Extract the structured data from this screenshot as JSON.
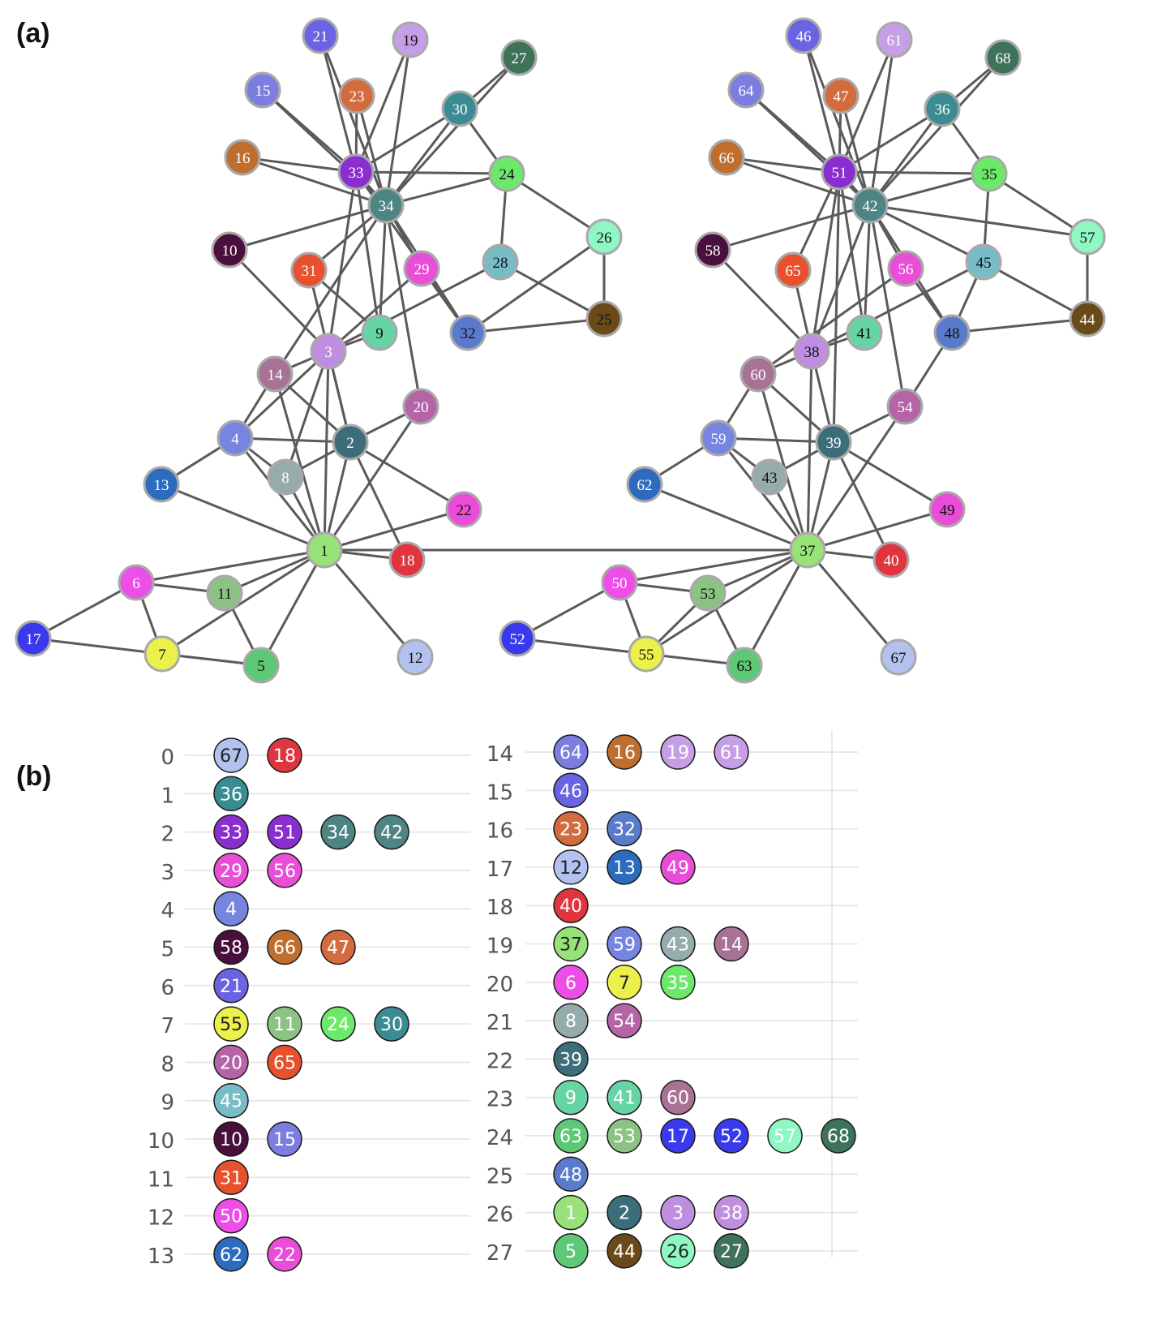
{
  "panel_labels": {
    "a": "(a)",
    "b": "(b)"
  },
  "nodes": [
    {
      "id": "1",
      "color": "#98e27a"
    },
    {
      "id": "2",
      "color": "#3d6d78"
    },
    {
      "id": "3",
      "color": "#c08ee0"
    },
    {
      "id": "4",
      "color": "#7585e0"
    },
    {
      "id": "5",
      "color": "#5dc875"
    },
    {
      "id": "6",
      "color": "#ee4ee8"
    },
    {
      "id": "7",
      "color": "#ecf04a"
    },
    {
      "id": "8",
      "color": "#95abac"
    },
    {
      "id": "9",
      "color": "#66d4a5"
    },
    {
      "id": "10",
      "color": "#4a0f3c"
    },
    {
      "id": "11",
      "color": "#8cc384"
    },
    {
      "id": "12",
      "color": "#b2c1ee"
    },
    {
      "id": "13",
      "color": "#2c6bbe"
    },
    {
      "id": "14",
      "color": "#a77294"
    },
    {
      "id": "15",
      "color": "#7b7ee0"
    },
    {
      "id": "16",
      "color": "#bf6e2e"
    },
    {
      "id": "17",
      "color": "#3a3aec"
    },
    {
      "id": "18",
      "color": "#e0353e"
    },
    {
      "id": "19",
      "color": "#c59ee6"
    },
    {
      "id": "20",
      "color": "#b564a8"
    },
    {
      "id": "21",
      "color": "#6a63e2"
    },
    {
      "id": "22",
      "color": "#e94cd6"
    },
    {
      "id": "23",
      "color": "#d36b3e"
    },
    {
      "id": "24",
      "color": "#6ce96b"
    },
    {
      "id": "25",
      "color": "#6b4a1a"
    },
    {
      "id": "26",
      "color": "#8ef7c2"
    },
    {
      "id": "27",
      "color": "#3e7259"
    },
    {
      "id": "28",
      "color": "#78bcc8"
    },
    {
      "id": "29",
      "color": "#e84fd6"
    },
    {
      "id": "30",
      "color": "#3a8c92"
    },
    {
      "id": "31",
      "color": "#e8502e"
    },
    {
      "id": "32",
      "color": "#5a7bcc"
    },
    {
      "id": "33",
      "color": "#8a2ed0"
    },
    {
      "id": "34",
      "color": "#4e8584"
    },
    {
      "id": "35",
      "color": "#6ce96b"
    },
    {
      "id": "36",
      "color": "#3a8c92"
    },
    {
      "id": "37",
      "color": "#98e27a"
    },
    {
      "id": "38",
      "color": "#c08ee0"
    },
    {
      "id": "39",
      "color": "#3d6d78"
    },
    {
      "id": "40",
      "color": "#e0353e"
    },
    {
      "id": "41",
      "color": "#66d4a5"
    },
    {
      "id": "42",
      "color": "#4e8584"
    },
    {
      "id": "43",
      "color": "#95abac"
    },
    {
      "id": "44",
      "color": "#6b4a1a"
    },
    {
      "id": "45",
      "color": "#78bcc8"
    },
    {
      "id": "46",
      "color": "#6a63e2"
    },
    {
      "id": "47",
      "color": "#d36b3e"
    },
    {
      "id": "48",
      "color": "#5a7bcc"
    },
    {
      "id": "49",
      "color": "#e94cd6"
    },
    {
      "id": "50",
      "color": "#ee4ee8"
    },
    {
      "id": "51",
      "color": "#8a2ed0"
    },
    {
      "id": "52",
      "color": "#3a3aec"
    },
    {
      "id": "53",
      "color": "#8cc384"
    },
    {
      "id": "54",
      "color": "#b564a8"
    },
    {
      "id": "55",
      "color": "#ecf04a"
    },
    {
      "id": "56",
      "color": "#e84fd6"
    },
    {
      "id": "57",
      "color": "#8ef7c2"
    },
    {
      "id": "58",
      "color": "#4a0f3c"
    },
    {
      "id": "59",
      "color": "#7585e0"
    },
    {
      "id": "60",
      "color": "#a77294"
    },
    {
      "id": "61",
      "color": "#c59ee6"
    },
    {
      "id": "62",
      "color": "#2c6bbe"
    },
    {
      "id": "63",
      "color": "#5dc875"
    },
    {
      "id": "64",
      "color": "#7b7ee0"
    },
    {
      "id": "65",
      "color": "#e8502e"
    },
    {
      "id": "66",
      "color": "#bf6e2e"
    },
    {
      "id": "67",
      "color": "#b2c1ee"
    },
    {
      "id": "68",
      "color": "#3e7259"
    }
  ],
  "edges": [
    [
      "1",
      "2"
    ],
    [
      "1",
      "3"
    ],
    [
      "1",
      "4"
    ],
    [
      "1",
      "5"
    ],
    [
      "1",
      "6"
    ],
    [
      "1",
      "7"
    ],
    [
      "1",
      "8"
    ],
    [
      "1",
      "11"
    ],
    [
      "1",
      "12"
    ],
    [
      "1",
      "13"
    ],
    [
      "1",
      "14"
    ],
    [
      "1",
      "18"
    ],
    [
      "1",
      "20"
    ],
    [
      "1",
      "22"
    ],
    [
      "1",
      "37"
    ],
    [
      "2",
      "3"
    ],
    [
      "2",
      "4"
    ],
    [
      "2",
      "8"
    ],
    [
      "2",
      "14"
    ],
    [
      "2",
      "18"
    ],
    [
      "2",
      "20"
    ],
    [
      "2",
      "22"
    ],
    [
      "2",
      "31"
    ],
    [
      "3",
      "4"
    ],
    [
      "3",
      "8"
    ],
    [
      "3",
      "9"
    ],
    [
      "3",
      "10"
    ],
    [
      "3",
      "14"
    ],
    [
      "3",
      "28"
    ],
    [
      "3",
      "29"
    ],
    [
      "3",
      "33"
    ],
    [
      "4",
      "8"
    ],
    [
      "4",
      "13"
    ],
    [
      "4",
      "14"
    ],
    [
      "5",
      "7"
    ],
    [
      "5",
      "11"
    ],
    [
      "6",
      "7"
    ],
    [
      "6",
      "11"
    ],
    [
      "6",
      "17"
    ],
    [
      "7",
      "17"
    ],
    [
      "9",
      "31"
    ],
    [
      "9",
      "33"
    ],
    [
      "9",
      "34"
    ],
    [
      "10",
      "34"
    ],
    [
      "14",
      "34"
    ],
    [
      "15",
      "33"
    ],
    [
      "15",
      "34"
    ],
    [
      "16",
      "33"
    ],
    [
      "16",
      "34"
    ],
    [
      "19",
      "33"
    ],
    [
      "19",
      "34"
    ],
    [
      "20",
      "34"
    ],
    [
      "21",
      "33"
    ],
    [
      "21",
      "34"
    ],
    [
      "23",
      "33"
    ],
    [
      "23",
      "34"
    ],
    [
      "24",
      "26"
    ],
    [
      "24",
      "28"
    ],
    [
      "24",
      "30"
    ],
    [
      "24",
      "33"
    ],
    [
      "24",
      "34"
    ],
    [
      "25",
      "26"
    ],
    [
      "25",
      "28"
    ],
    [
      "25",
      "32"
    ],
    [
      "26",
      "32"
    ],
    [
      "27",
      "30"
    ],
    [
      "27",
      "34"
    ],
    [
      "29",
      "32"
    ],
    [
      "29",
      "34"
    ],
    [
      "30",
      "33"
    ],
    [
      "30",
      "34"
    ],
    [
      "31",
      "34"
    ],
    [
      "32",
      "33"
    ],
    [
      "32",
      "34"
    ],
    [
      "33",
      "34"
    ],
    [
      "37",
      "38"
    ],
    [
      "37",
      "39"
    ],
    [
      "37",
      "40"
    ],
    [
      "37",
      "43"
    ],
    [
      "37",
      "49"
    ],
    [
      "37",
      "50"
    ],
    [
      "37",
      "53"
    ],
    [
      "37",
      "54"
    ],
    [
      "37",
      "55"
    ],
    [
      "37",
      "59"
    ],
    [
      "37",
      "60"
    ],
    [
      "37",
      "62"
    ],
    [
      "37",
      "63"
    ],
    [
      "37",
      "67"
    ],
    [
      "38",
      "39"
    ],
    [
      "38",
      "41"
    ],
    [
      "38",
      "42"
    ],
    [
      "38",
      "45"
    ],
    [
      "38",
      "58"
    ],
    [
      "38",
      "60"
    ],
    [
      "38",
      "65"
    ],
    [
      "38",
      "51"
    ],
    [
      "39",
      "40"
    ],
    [
      "39",
      "43"
    ],
    [
      "39",
      "49"
    ],
    [
      "39",
      "54"
    ],
    [
      "39",
      "59"
    ],
    [
      "39",
      "60"
    ],
    [
      "39",
      "51"
    ],
    [
      "41",
      "51"
    ],
    [
      "41",
      "42"
    ],
    [
      "42",
      "46"
    ],
    [
      "42",
      "47"
    ],
    [
      "42",
      "48"
    ],
    [
      "42",
      "51"
    ],
    [
      "42",
      "54"
    ],
    [
      "42",
      "56"
    ],
    [
      "42",
      "57"
    ],
    [
      "42",
      "58"
    ],
    [
      "42",
      "61"
    ],
    [
      "42",
      "64"
    ],
    [
      "42",
      "66"
    ],
    [
      "42",
      "35"
    ],
    [
      "42",
      "36"
    ],
    [
      "42",
      "45"
    ],
    [
      "42",
      "68"
    ],
    [
      "35",
      "36"
    ],
    [
      "35",
      "45"
    ],
    [
      "35",
      "51"
    ],
    [
      "35",
      "57"
    ],
    [
      "36",
      "51"
    ],
    [
      "36",
      "68"
    ],
    [
      "44",
      "45"
    ],
    [
      "44",
      "57"
    ],
    [
      "44",
      "48"
    ],
    [
      "45",
      "48"
    ],
    [
      "48",
      "54"
    ],
    [
      "48",
      "56"
    ],
    [
      "51",
      "64"
    ],
    [
      "51",
      "66"
    ],
    [
      "51",
      "46"
    ],
    [
      "51",
      "47"
    ],
    [
      "51",
      "61"
    ],
    [
      "51",
      "65"
    ],
    [
      "50",
      "52"
    ],
    [
      "50",
      "53"
    ],
    [
      "50",
      "55"
    ],
    [
      "52",
      "55"
    ],
    [
      "53",
      "55"
    ],
    [
      "53",
      "63"
    ],
    [
      "55",
      "63"
    ],
    [
      "59",
      "60"
    ],
    [
      "59",
      "62"
    ],
    [
      "59",
      "43"
    ],
    [
      "56",
      "60"
    ]
  ],
  "layers_left": [
    {
      "layer": "0",
      "nodes": [
        "67",
        "18"
      ]
    },
    {
      "layer": "1",
      "nodes": [
        "36"
      ]
    },
    {
      "layer": "2",
      "nodes": [
        "33",
        "51",
        "34",
        "42"
      ]
    },
    {
      "layer": "3",
      "nodes": [
        "29",
        "56"
      ]
    },
    {
      "layer": "4",
      "nodes": [
        "4"
      ]
    },
    {
      "layer": "5",
      "nodes": [
        "58",
        "66",
        "47"
      ]
    },
    {
      "layer": "6",
      "nodes": [
        "21"
      ]
    },
    {
      "layer": "7",
      "nodes": [
        "55",
        "11",
        "24",
        "30"
      ]
    },
    {
      "layer": "8",
      "nodes": [
        "20",
        "65"
      ]
    },
    {
      "layer": "9",
      "nodes": [
        "45"
      ]
    },
    {
      "layer": "10",
      "nodes": [
        "10",
        "15"
      ]
    },
    {
      "layer": "11",
      "nodes": [
        "31"
      ]
    },
    {
      "layer": "12",
      "nodes": [
        "50"
      ]
    },
    {
      "layer": "13",
      "nodes": [
        "62",
        "22"
      ]
    }
  ],
  "layers_right": [
    {
      "layer": "14",
      "nodes": [
        "64",
        "16",
        "19",
        "61"
      ]
    },
    {
      "layer": "15",
      "nodes": [
        "46"
      ]
    },
    {
      "layer": "16",
      "nodes": [
        "23",
        "32"
      ]
    },
    {
      "layer": "17",
      "nodes": [
        "12",
        "13",
        "49"
      ]
    },
    {
      "layer": "18",
      "nodes": [
        "40"
      ]
    },
    {
      "layer": "19",
      "nodes": [
        "37",
        "59",
        "43",
        "14"
      ]
    },
    {
      "layer": "20",
      "nodes": [
        "6",
        "7",
        "35"
      ]
    },
    {
      "layer": "21",
      "nodes": [
        "8",
        "54"
      ]
    },
    {
      "layer": "22",
      "nodes": [
        "39"
      ]
    },
    {
      "layer": "23",
      "nodes": [
        "9",
        "41",
        "60"
      ]
    },
    {
      "layer": "24",
      "nodes": [
        "63",
        "53",
        "17",
        "52",
        "57",
        "68"
      ]
    },
    {
      "layer": "25",
      "nodes": [
        "48"
      ]
    },
    {
      "layer": "26",
      "nodes": [
        "1",
        "2",
        "3",
        "38"
      ]
    },
    {
      "layer": "27",
      "nodes": [
        "5",
        "44",
        "26",
        "27"
      ]
    }
  ],
  "dark_text_nodes": [
    "1",
    "5",
    "7",
    "9",
    "11",
    "12",
    "19",
    "22",
    "24",
    "25",
    "26",
    "28",
    "32",
    "35",
    "37",
    "38",
    "41",
    "43",
    "45",
    "48",
    "49",
    "53",
    "55",
    "57",
    "63",
    "67"
  ]
}
